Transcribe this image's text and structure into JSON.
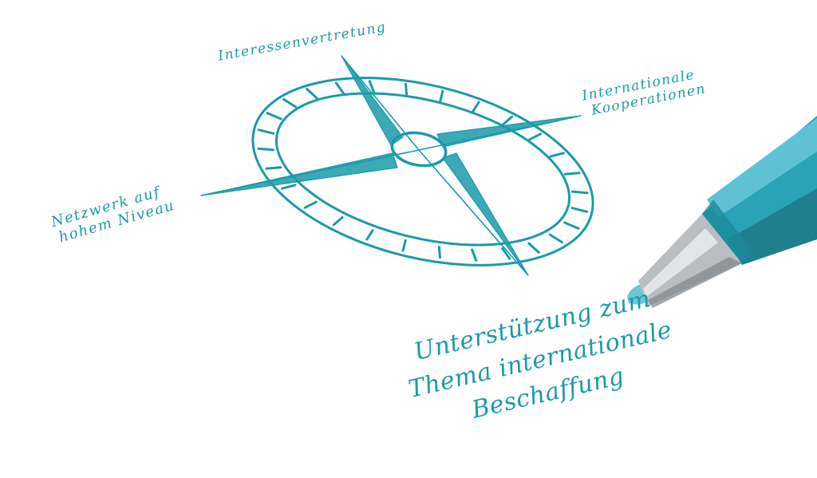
{
  "colors": {
    "ink": "#1a9aaa",
    "pen_body_light": "#5fc2d4",
    "pen_body_dark": "#1f7f90",
    "pen_body_mid": "#2ba3b6",
    "pen_metal": "#b9bec2",
    "pen_tip": "#6cc6d6"
  },
  "labels": {
    "north": "Interessenvertretung",
    "east_line1": "Internationale",
    "east_line2": "Kooperationen",
    "west_line1": "Netzwerk auf",
    "west_line2": "hohem Niveau",
    "south_line1": "Unterstützung zum",
    "south_line2": "Thema internationale",
    "south_line3": "Beschaffung"
  },
  "icons": {
    "compass": "compass-rose-icon",
    "pen": "ballpoint-pen-icon"
  }
}
